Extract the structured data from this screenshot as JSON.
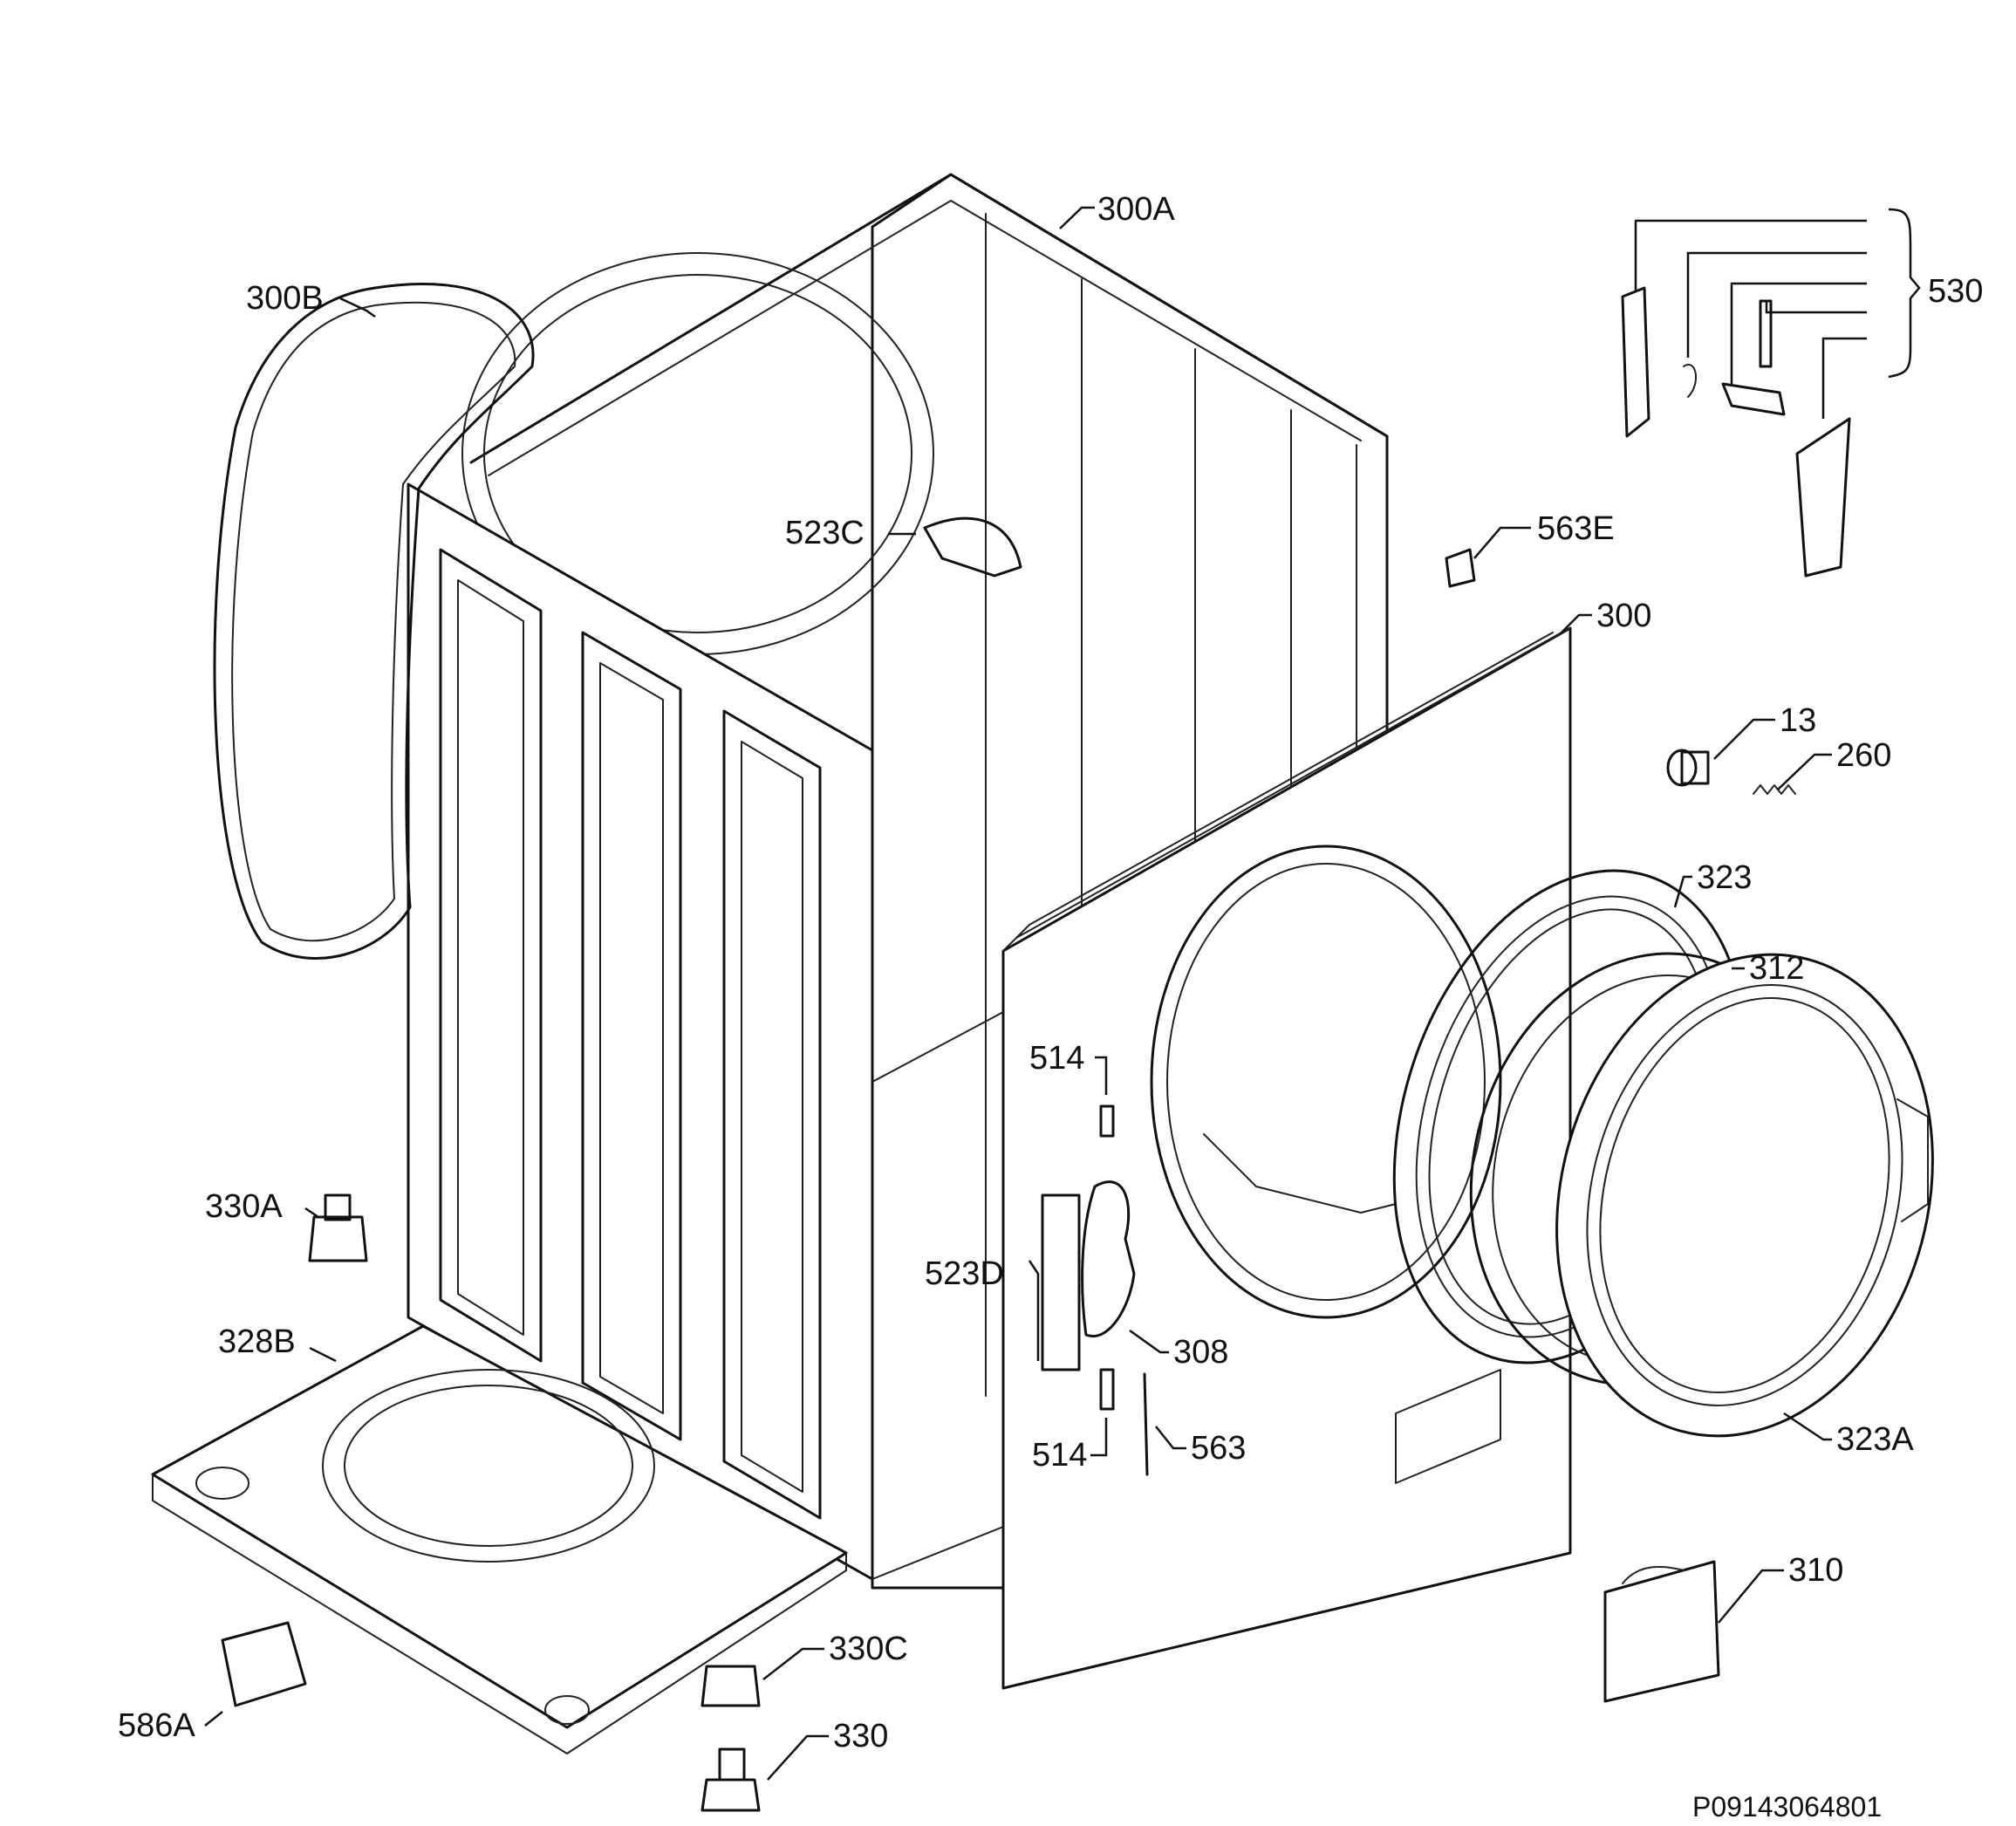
{
  "callouts": {
    "c300A": "300A",
    "c300B": "300B",
    "c530": "530",
    "c523C": "523C",
    "c563E": "563E",
    "c300": "300",
    "c13": "13",
    "c260": "260",
    "c323": "323",
    "c312": "312",
    "c514a": "514",
    "c330A": "330A",
    "c523D": "523D",
    "c308": "308",
    "c328B": "328B",
    "c514b": "514",
    "c563": "563",
    "c323A": "323A",
    "c310": "310",
    "c330C": "330C",
    "c586A": "586A",
    "c330": "330"
  },
  "footer": {
    "drawing_code": "P09143064801"
  }
}
